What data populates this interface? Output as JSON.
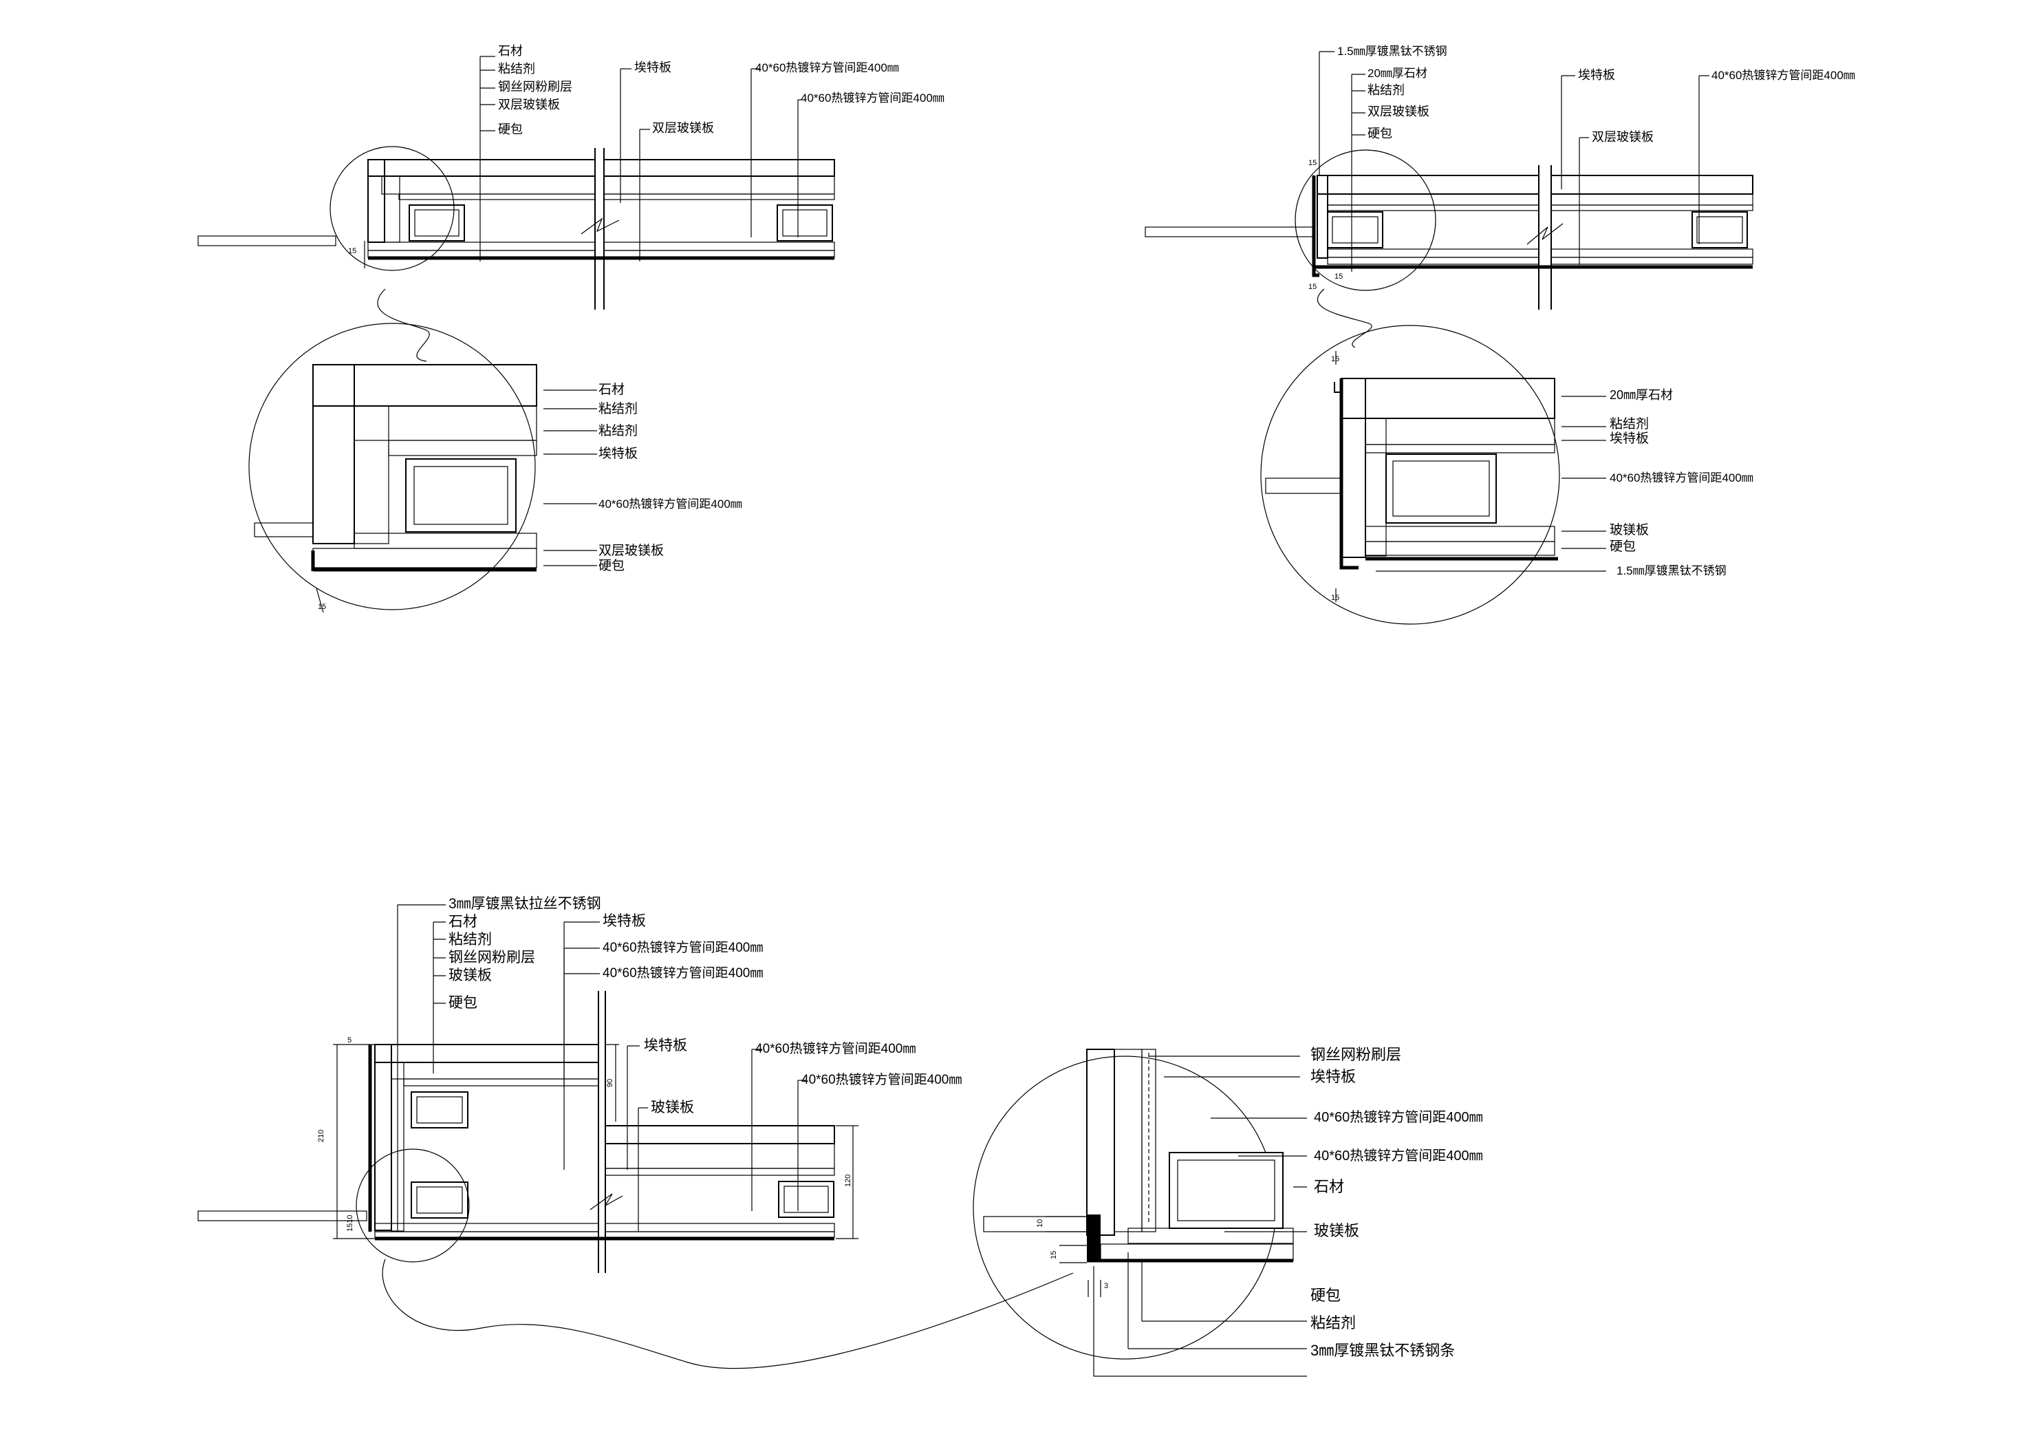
{
  "d1": {
    "top": [
      "石材",
      "粘结剂",
      "钢丝网粉刷层",
      "双层玻镁板",
      "硬包"
    ],
    "etb": "埃特板",
    "pipe1": "40*60热镀锌方管间距400㎜",
    "pipe2": "40*60热镀锌方管间距400㎜",
    "glass": "双层玻镁板",
    "dim": "15"
  },
  "d1d": {
    "labels": [
      "石材",
      "粘结剂",
      "粘结剂",
      "埃特板",
      "40*60热镀锌方管间距400㎜",
      "双层玻镁板",
      "硬包"
    ],
    "dim": "15"
  },
  "d2": {
    "ss": "1.5㎜厚镀黑钛不锈钢",
    "top": [
      "20㎜厚石材",
      "粘结剂",
      "双层玻镁板",
      "硬包"
    ],
    "etb": "埃特板",
    "pipe": "40*60热镀锌方管间距400㎜",
    "glass": "双层玻镁板",
    "dims": [
      "15",
      "15",
      "15"
    ]
  },
  "d2d": {
    "labels": [
      "20㎜厚石材",
      "粘结剂",
      "埃特板",
      "40*60热镀锌方管间距400㎜",
      "玻镁板",
      "硬包",
      "1.5㎜厚镀黑钛不锈钢"
    ],
    "dims": [
      "15",
      "15"
    ]
  },
  "d3": {
    "top": [
      "3㎜厚镀黑钛拉丝不锈钢",
      "石材",
      "粘结剂",
      "钢丝网粉刷层",
      "玻镁板",
      "硬包"
    ],
    "etb_top": "埃特板",
    "pipe_top1": "40*60热镀锌方管间距400㎜",
    "pipe_top2": "40*60热镀锌方管间距400㎜",
    "etb": "埃特板",
    "pipe1": "40*60热镀锌方管间距400㎜",
    "pipe2": "40*60热镀锌方管间距400㎜",
    "glass": "玻镁板",
    "dims": [
      "210",
      "90",
      "120",
      "1510",
      "5"
    ]
  },
  "d3d": {
    "right": [
      "钢丝网粉刷层",
      "埃特板",
      "40*60热镀锌方管间距400㎜",
      "40*60热镀锌方管间距400㎜",
      "石材",
      "玻镁板"
    ],
    "bottom": [
      "硬包",
      "粘结剂",
      "3㎜厚镀黑钛不锈钢条"
    ],
    "dims": [
      "10",
      "15",
      "3"
    ]
  }
}
